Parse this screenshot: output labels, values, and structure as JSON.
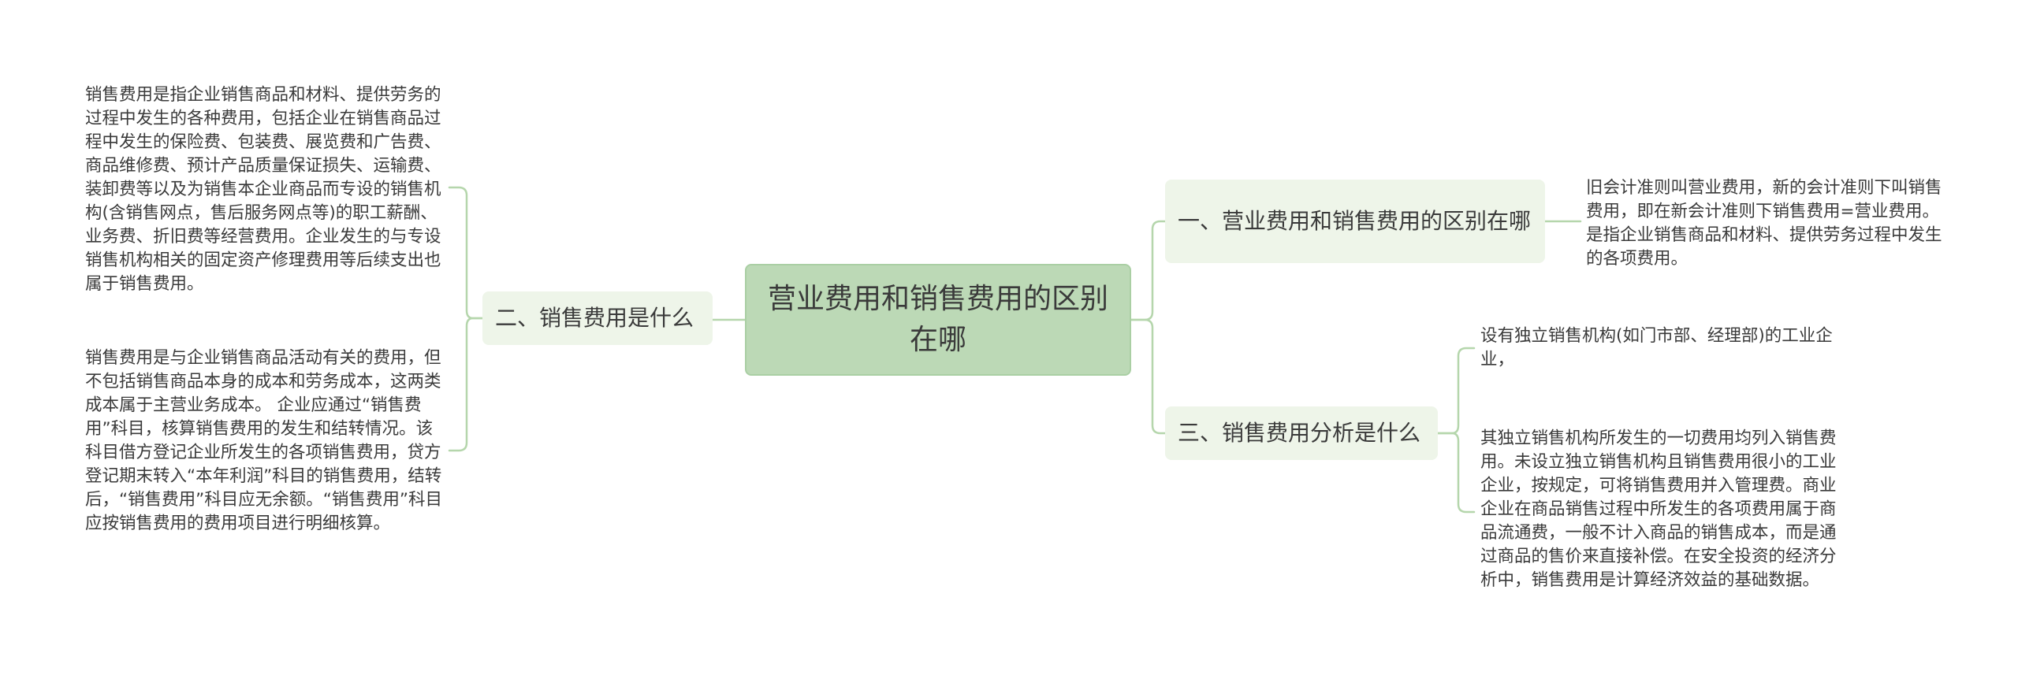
{
  "root": {
    "title": "营业费用和销售费用的区别在哪"
  },
  "branches": [
    {
      "title": "一、营业费用和销售费用的区别在哪",
      "leaves": [
        "旧会计准则叫营业费用，新的会计准则下叫销售费用，即在新会计准则下销售费用=营业费用。是指企业销售商品和材料、提供劳务过程中发生的各项费用。"
      ]
    },
    {
      "title": "二、销售费用是什么",
      "leaves": [
        "销售费用是指企业销售商品和材料、提供劳务的过程中发生的各种费用，包括企业在销售商品过程中发生的保险费、包装费、展览费和广告费、商品维修费、预计产品质量保证损失、运输费、装卸费等以及为销售本企业商品而专设的销售机构(含销售网点，售后服务网点等)的职工薪酬、业务费、折旧费等经营费用。企业发生的与专设销售机构相关的固定资产修理费用等后续支出也属于销售费用。",
        "销售费用是与企业销售商品活动有关的费用，但不包括销售商品本身的成本和劳务成本，这两类成本属于主营业务成本。 企业应通过“销售费用”科目，核算销售费用的发生和结转情况。该科目借方登记企业所发生的各项销售费用，贷方登记期末转入“本年利润”科目的销售费用，结转后，“销售费用”科目应无余额。“销售费用”科目应按销售费用的费用项目进行明细核算。"
      ]
    },
    {
      "title": "三、销售费用分析是什么",
      "leaves": [
        "设有独立销售机构(如门市部、经理部)的工业企业，",
        "其独立销售机构所发生的一切费用均列入销售费用。未设立独立销售机构且销售费用很小的工业企业，按规定，可将销售费用并入管理费。商业企业在商品销售过程中所发生的各项费用属于商品流通费，一般不计入商品的销售成本，而是通过商品的售价来直接补偿。在安全投资的经济分析中，销售费用是计算经济效益的基础数据。"
      ]
    }
  ],
  "colors": {
    "root_fill": "#bcd9b6",
    "branch_fill": "#eef5e9",
    "connector": "#b5d6ac",
    "text": "#3a3a3a"
  }
}
